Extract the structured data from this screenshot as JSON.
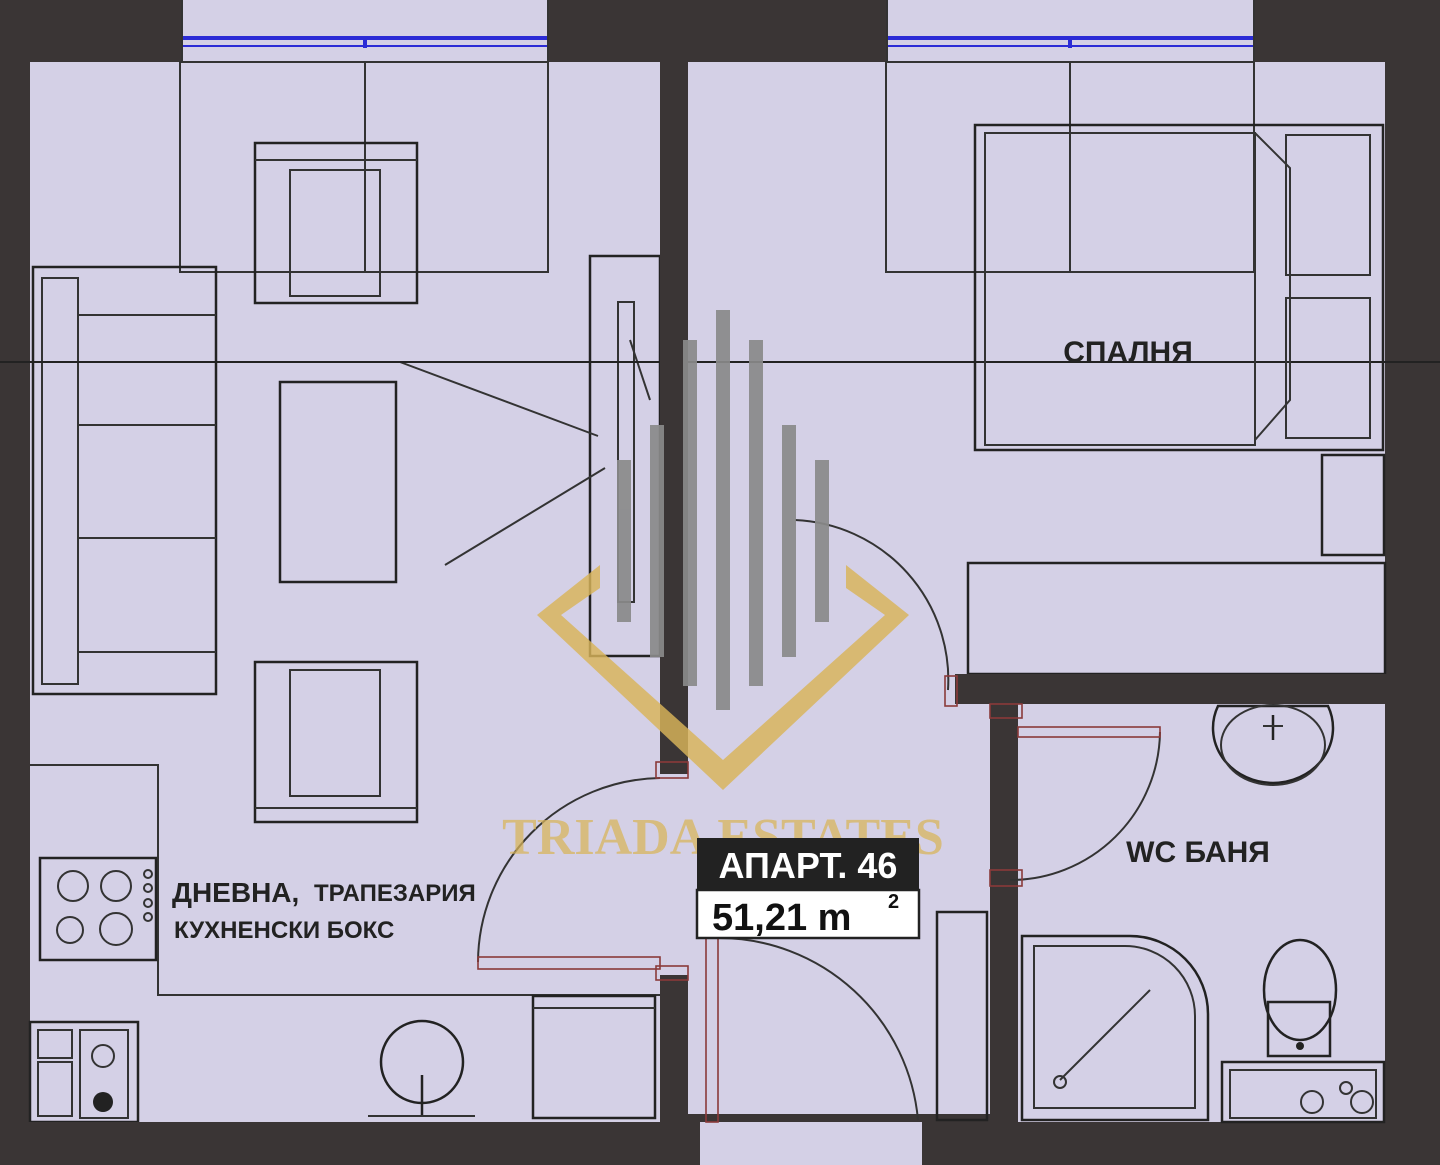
{
  "colors": {
    "floor": "#d4d0e6",
    "wall": "#3a3535",
    "window": "#2b2bd6",
    "watermark_gold": "#d8b45a",
    "watermark_gray": "#8a8a8a",
    "tag_dark": "#222222",
    "tag_light": "#ffffff"
  },
  "rooms": {
    "bedroom": "СПАЛНЯ",
    "living_main": "ДНЕВНА,",
    "living_extra": "ТРАПЕЗАРИЯ",
    "kitchen": "КУХНЕНСКИ БОКС",
    "bathroom": "WC БАНЯ"
  },
  "apartment": {
    "title": "АПАРТ. 46",
    "area_value": "51,21 m",
    "area_exponent": "2"
  },
  "watermark": {
    "text": "TRIADA ESTATES",
    "logo": "triada-estates-logo"
  }
}
